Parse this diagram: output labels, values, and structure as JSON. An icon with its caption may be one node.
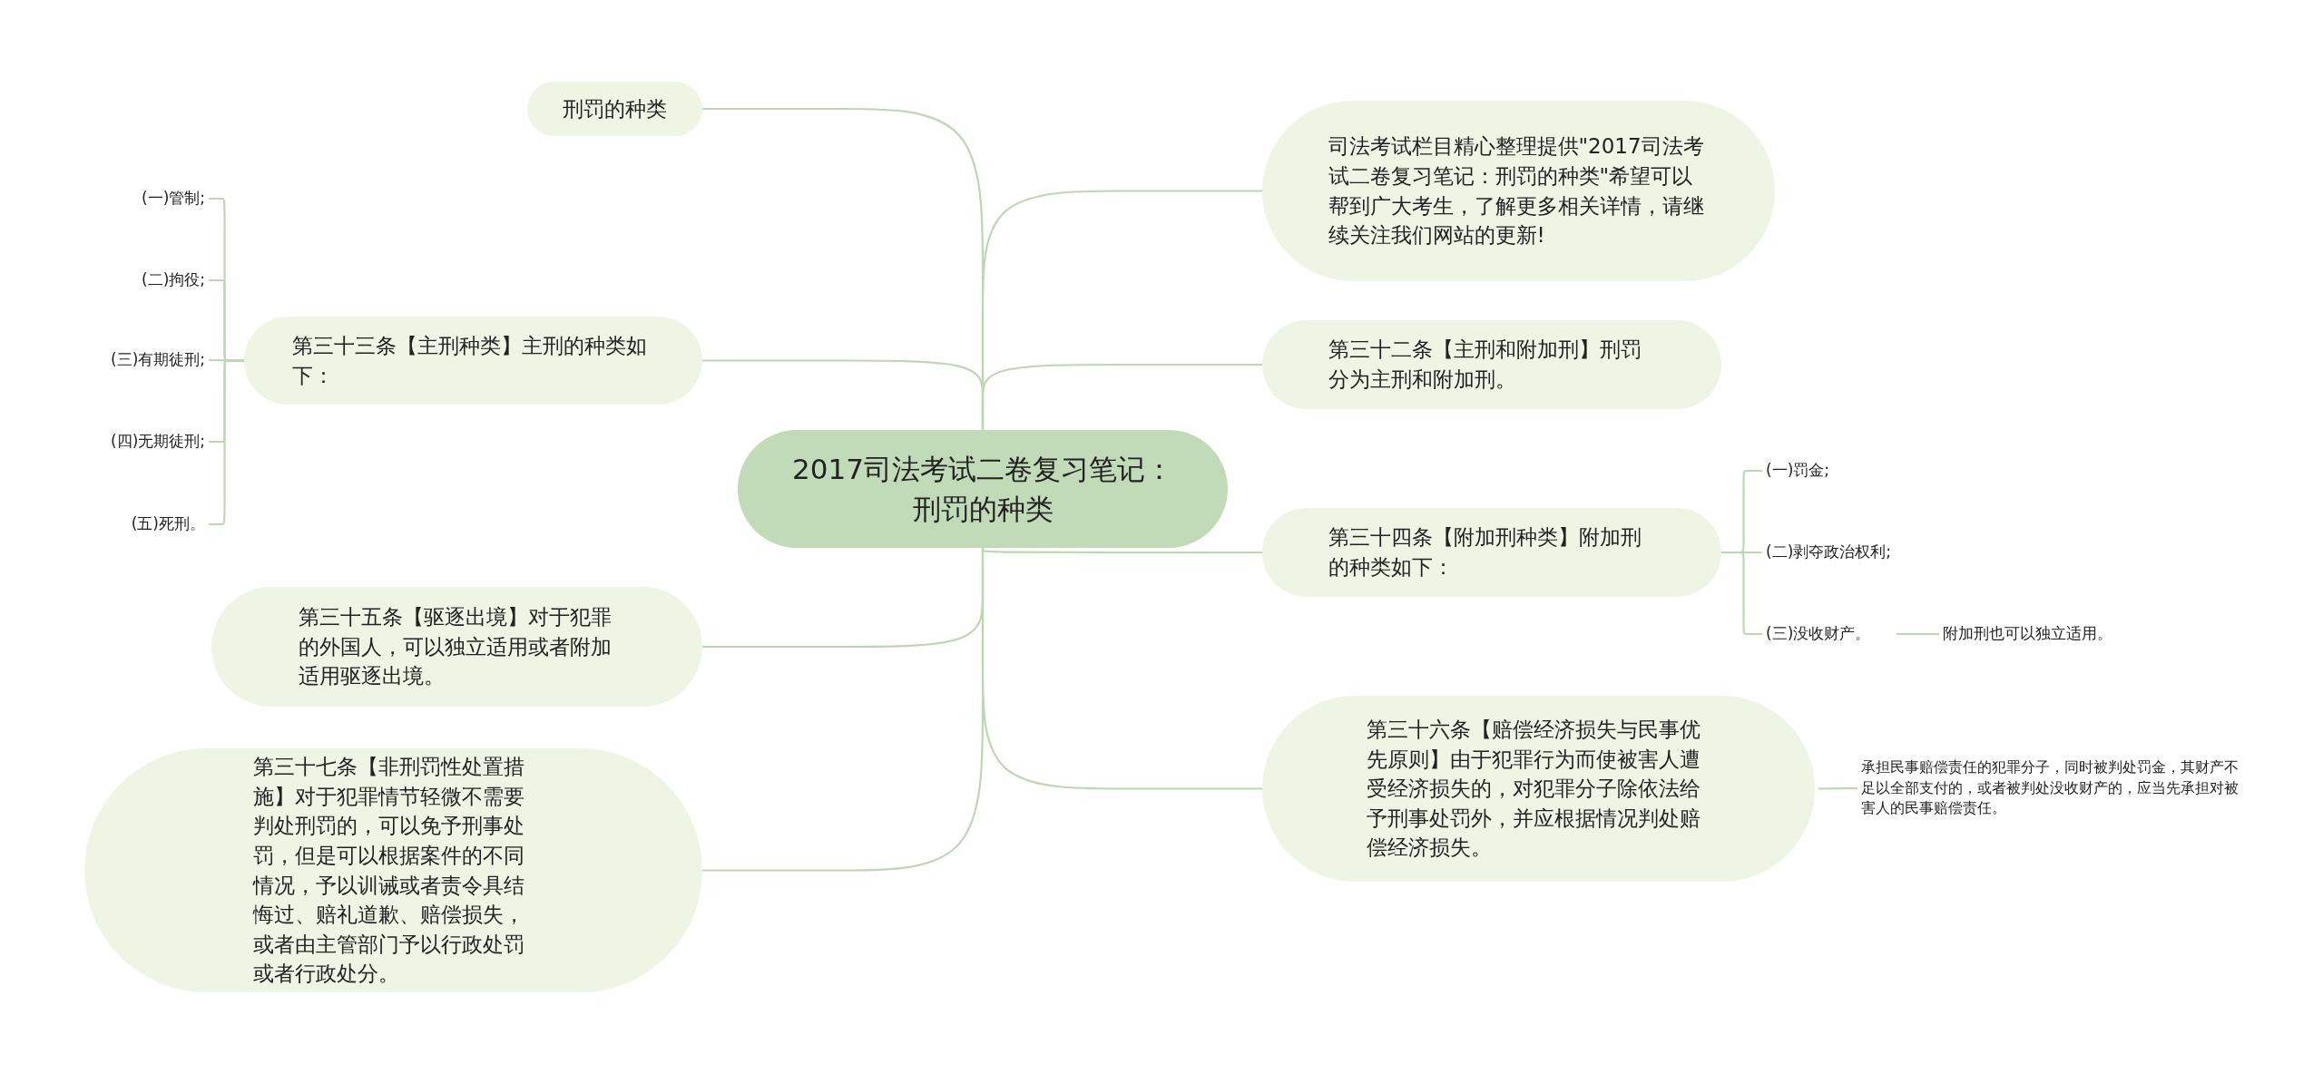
{
  "diagram": {
    "nodes": [
      {
        "text": [
          "2017司法考试二卷复习笔记：刑罚的种类"
        ]
      },
      {
        "text": [
          "刑罚的种类"
        ]
      },
      {
        "text": [
          "第三十三条【主刑种类】主刑的种类如下："
        ]
      },
      {
        "text": [
          "(一)管制;"
        ]
      },
      {
        "text": [
          "(二)拘役;"
        ]
      },
      {
        "text": [
          "(三)有期徒刑;"
        ]
      },
      {
        "text": [
          "(四)无期徒刑;"
        ]
      },
      {
        "text": [
          "(五)死刑。"
        ]
      },
      {
        "text": [
          "第三十五条【驱逐出境】对于犯罪的外国人，可以独立适用或者附加适用驱逐出境。"
        ]
      },
      {
        "text": [
          "第三十七条【非刑罚性处置措施】对于犯罪情节轻微不需要判处刑罚的，可以免予刑事处罚，但是可以根据案件的不同情况，予以训诫或者责令具结悔过、赔礼道歉、赔偿损失，或者由主管部门予以行政处罚或者行政处分。"
        ]
      },
      {
        "text": [
          "司法考试栏目精心整理提供\"2017司法考试二卷复习笔记：刑罚的种类\"希望可以帮到广大考生，了解更多相关详情，请继续关注我们网站的更新!"
        ]
      },
      {
        "text": [
          "第三十二条【主刑和附加刑】刑罚分为主刑和附加刑。"
        ]
      },
      {
        "text": [
          "第三十四条【附加刑种类】附加刑的种类如下："
        ]
      },
      {
        "text": [
          "(一)罚金;"
        ]
      },
      {
        "text": [
          "(二)剥夺政治权利;"
        ]
      },
      {
        "text": [
          "(三)没收财产。"
        ]
      },
      {
        "text": [
          "附加刑也可以独立适用。"
        ]
      },
      {
        "text": [
          "第三十六条【赔偿经济损失与民事优先原则】由于犯罪行为而使被害人遭受经济损失的，对犯罪分子除依法给予刑事处罚外，并应根据情况判处赔偿经济损失。"
        ]
      },
      {
        "text": [
          "承担民事赔偿责任的犯罪分子，同时被判处罚金，其财产不足以全部支付的，或者被判处没收财产的，应当先承担对被害人的民事赔偿责任。"
        ]
      }
    ],
    "edges": [
      {
        "from": 0,
        "to": 1,
        "arrow": "none"
      },
      {
        "from": 0,
        "to": 2,
        "arrow": "none"
      },
      {
        "from": 2,
        "to": 3,
        "arrow": "none"
      },
      {
        "from": 2,
        "to": 4,
        "arrow": "none"
      },
      {
        "from": 2,
        "to": 5,
        "arrow": "none"
      },
      {
        "from": 2,
        "to": 6,
        "arrow": "none"
      },
      {
        "from": 2,
        "to": 7,
        "arrow": "none"
      },
      {
        "from": 0,
        "to": 8,
        "arrow": "none"
      },
      {
        "from": 0,
        "to": 9,
        "arrow": "none"
      },
      {
        "from": 0,
        "to": 10,
        "arrow": "none"
      },
      {
        "from": 0,
        "to": 11,
        "arrow": "none"
      },
      {
        "from": 0,
        "to": 12,
        "arrow": "none"
      },
      {
        "from": 12,
        "to": 13,
        "arrow": "none"
      },
      {
        "from": 12,
        "to": 14,
        "arrow": "none"
      },
      {
        "from": 12,
        "to": 15,
        "arrow": "none"
      },
      {
        "from": 15,
        "to": 16,
        "arrow": "none"
      },
      {
        "from": 0,
        "to": 17,
        "arrow": "none"
      },
      {
        "from": 17,
        "to": 18,
        "arrow": "none"
      }
    ]
  }
}
